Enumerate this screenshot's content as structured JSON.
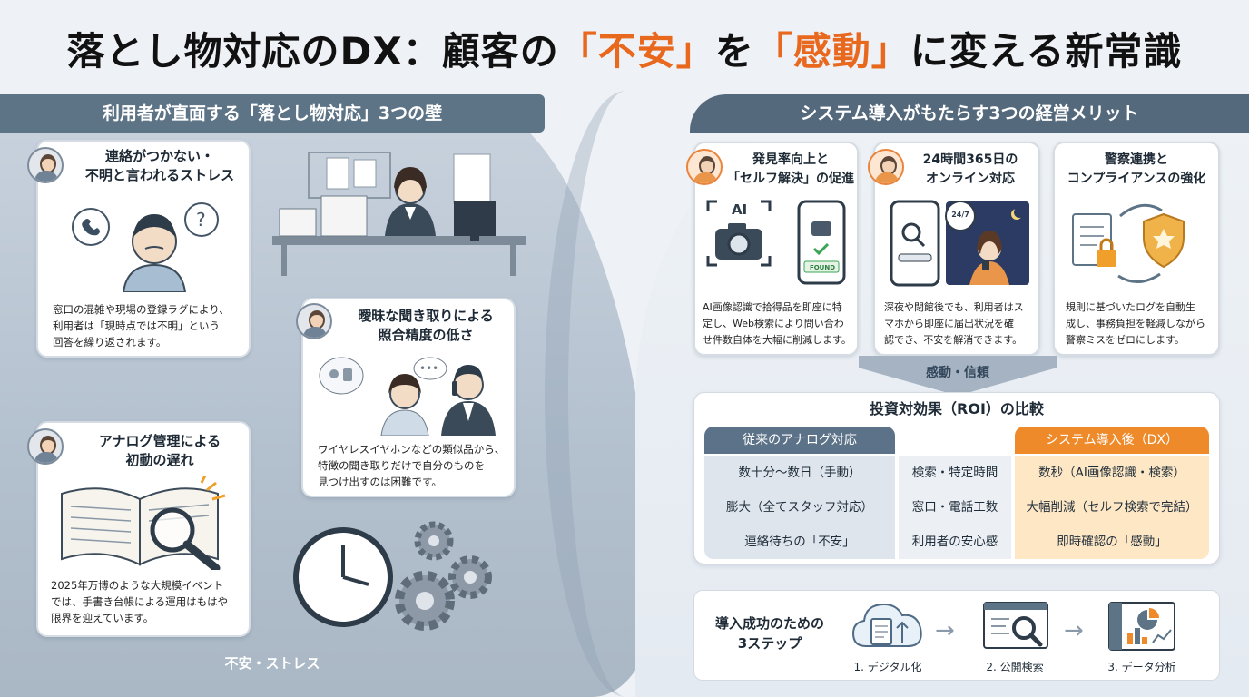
{
  "title": {
    "part1": "落とし物対応のDX：顧客の",
    "accent1": "「不安」",
    "part2": "を",
    "accent2": "「感動」",
    "part3": "に変える新常識"
  },
  "left": {
    "header": "利用者が直面する「落とし物対応」3つの壁",
    "cards": [
      {
        "title": "連絡がつかない・\n不明と言われるストレス",
        "body": "窓口の混雑や現場の登録ラグにより、\n利用者は「現時点では不明」という\n回答を繰り返されます。"
      },
      {
        "title": "曖昧な聞き取りによる\n照合精度の低さ",
        "body": "ワイヤレスイヤホンなどの類似品から、\n特徴の聞き取りだけで自分のものを\n見つけ出すのは困難です。"
      },
      {
        "title": "アナログ管理による\n初動の遅れ",
        "body": "2025年万博のような大規模イベント\nでは、手書き台帳による運用はもはや\n限界を迎えています。"
      }
    ],
    "footer": "不安・ストレス"
  },
  "right": {
    "header": "システム導入がもたらす3つの経営メリット",
    "cards": [
      {
        "title": "発見率向上と\n「セルフ解決」の促進",
        "ai_label": "AI",
        "found_label": "FOUND",
        "body": "AI画像認識で拾得品を即座に特\n定し、Web検索により問い合わ\nせ件数自体を大幅に削減します。"
      },
      {
        "title": "24時間365日の\nオンライン対応",
        "clock_label": "24/7",
        "body": "深夜や閉館後でも、利用者はス\nマホから即座に届出状況を確\n認でき、不安を解消できます。"
      },
      {
        "title": "警察連携と\nコンプライアンスの強化",
        "body": "規則に基づいたログを自動生\n成し、事務負担を軽減しながら\n警察ミスをゼロにします。"
      }
    ],
    "arrow_label": "感動・信頼",
    "roi": {
      "title": "投資対効果（ROI）の比較",
      "head_left": "従来のアナログ対応",
      "head_right": "システム導入後（DX）",
      "rows": [
        {
          "left": "数十分〜数日（手動）",
          "mid": "検索・特定時間",
          "right": "数秒（AI画像認識・検索）"
        },
        {
          "left": "膨大（全てスタッフ対応）",
          "mid": "窓口・電話工数",
          "right": "大幅削減（セルフ検索で完結）"
        },
        {
          "left": "連絡待ちの「不安」",
          "mid": "利用者の安心感",
          "right": "即時確認の「感動」"
        }
      ]
    },
    "steps": {
      "title": "導入成功のための\n3ステップ",
      "items": [
        {
          "label": "1. デジタル化",
          "icon": "cloud-document-icon"
        },
        {
          "label": "2. 公開検索",
          "icon": "search-screen-icon"
        },
        {
          "label": "3. データ分析",
          "icon": "dashboard-icon"
        }
      ]
    }
  },
  "colors": {
    "accent": "#e8681e",
    "band": "#5d7386",
    "dx_header": "#ef8a2a",
    "analog_header": "#5b7288"
  }
}
